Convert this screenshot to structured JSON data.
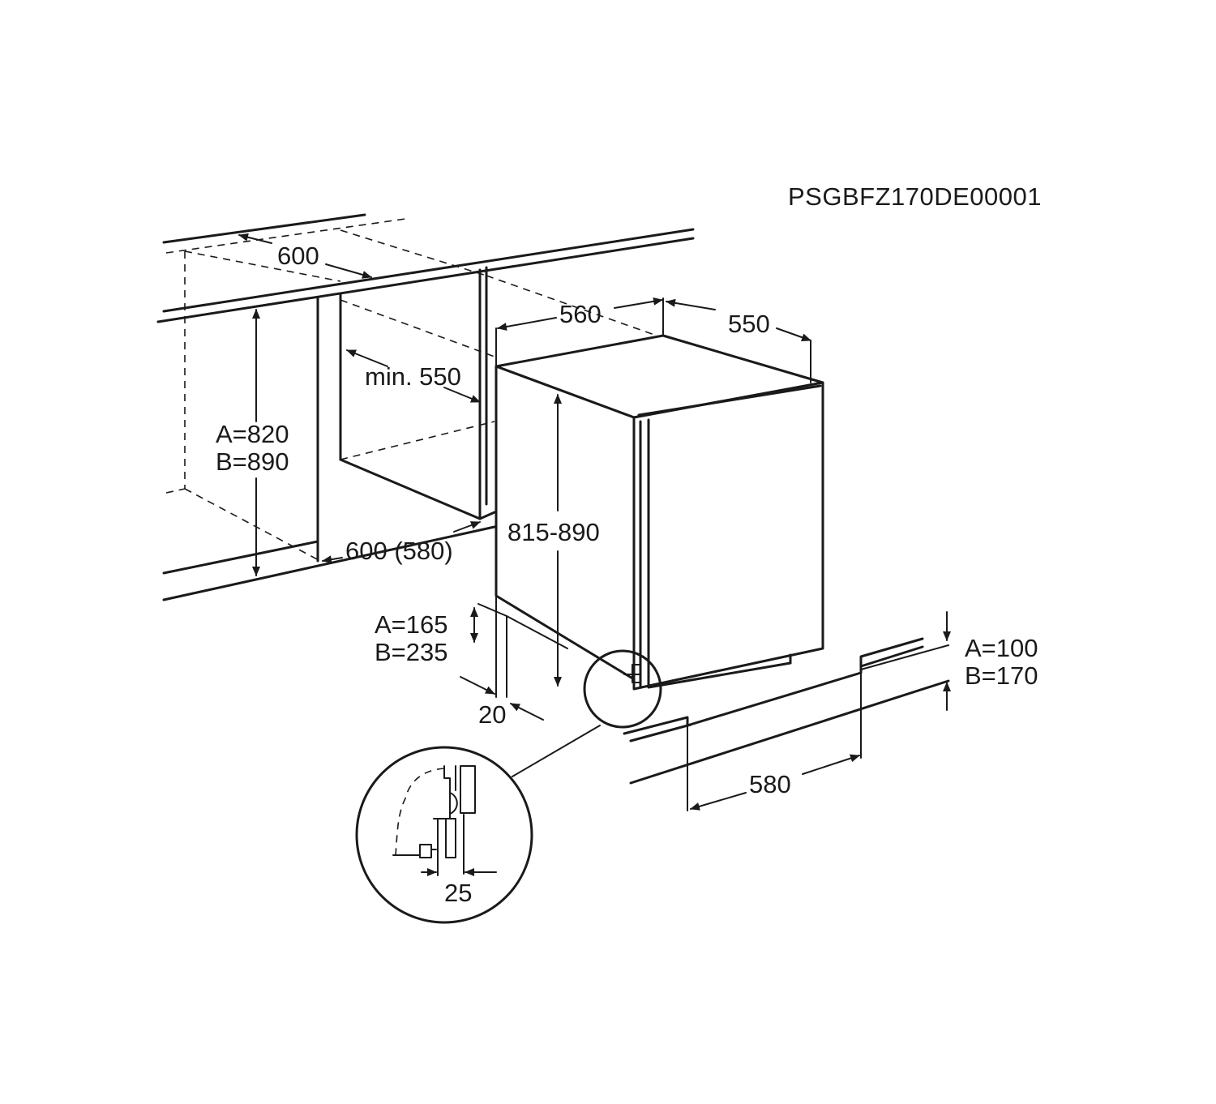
{
  "diagram": {
    "code": "PSGBFZ170DE00001",
    "labels": {
      "niche_width_top": "600",
      "appliance_width": "560",
      "appliance_depth": "550",
      "niche_depth_min": "min. 550",
      "niche_height_a": "A=820",
      "niche_height_b": "B=890",
      "appliance_height": "815-890",
      "niche_depth_bottom": "600 (580)",
      "plinth_height_a": "A=165",
      "plinth_height_b": "B=235",
      "gap": "20",
      "toe_kick_a": "A=100",
      "toe_kick_b": "B=170",
      "plinth_width": "580",
      "detail_dim": "25"
    }
  }
}
